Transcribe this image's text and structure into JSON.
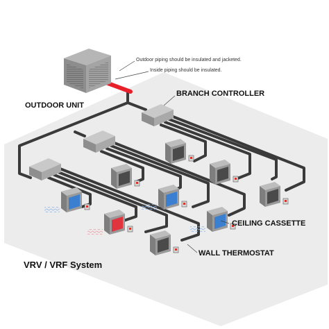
{
  "labels": {
    "outdoor_unit": "OUTDOOR UNIT",
    "branch_controller": "BRANCH CONTROLLER",
    "ceiling_cassette": "CEILING CASSETTE",
    "wall_thermostat": "WALL THERMOSTAT",
    "note_outdoor": "Outdoor piping should be insulated and jacketed.",
    "note_inside": "Inside piping should be insulated.",
    "system_title": "VRV / VRF System"
  },
  "colors": {
    "floor": "#ececec",
    "pipe": "#3a3a3a",
    "outdoor_pipe": "#e8202a",
    "cooling": "#3a7fd0",
    "heating": "#e0353f",
    "unit_body": "#9a9a9a",
    "thermostat_accent": "#d9342b"
  },
  "icons": [
    "outdoor-unit-icon",
    "branch-controller-icon",
    "ceiling-cassette-icon",
    "wall-thermostat-icon"
  ],
  "cassette_states": [
    "cooling",
    "heating",
    "off",
    "off",
    "cooling",
    "off",
    "off",
    "cooling",
    "off",
    "heating"
  ]
}
